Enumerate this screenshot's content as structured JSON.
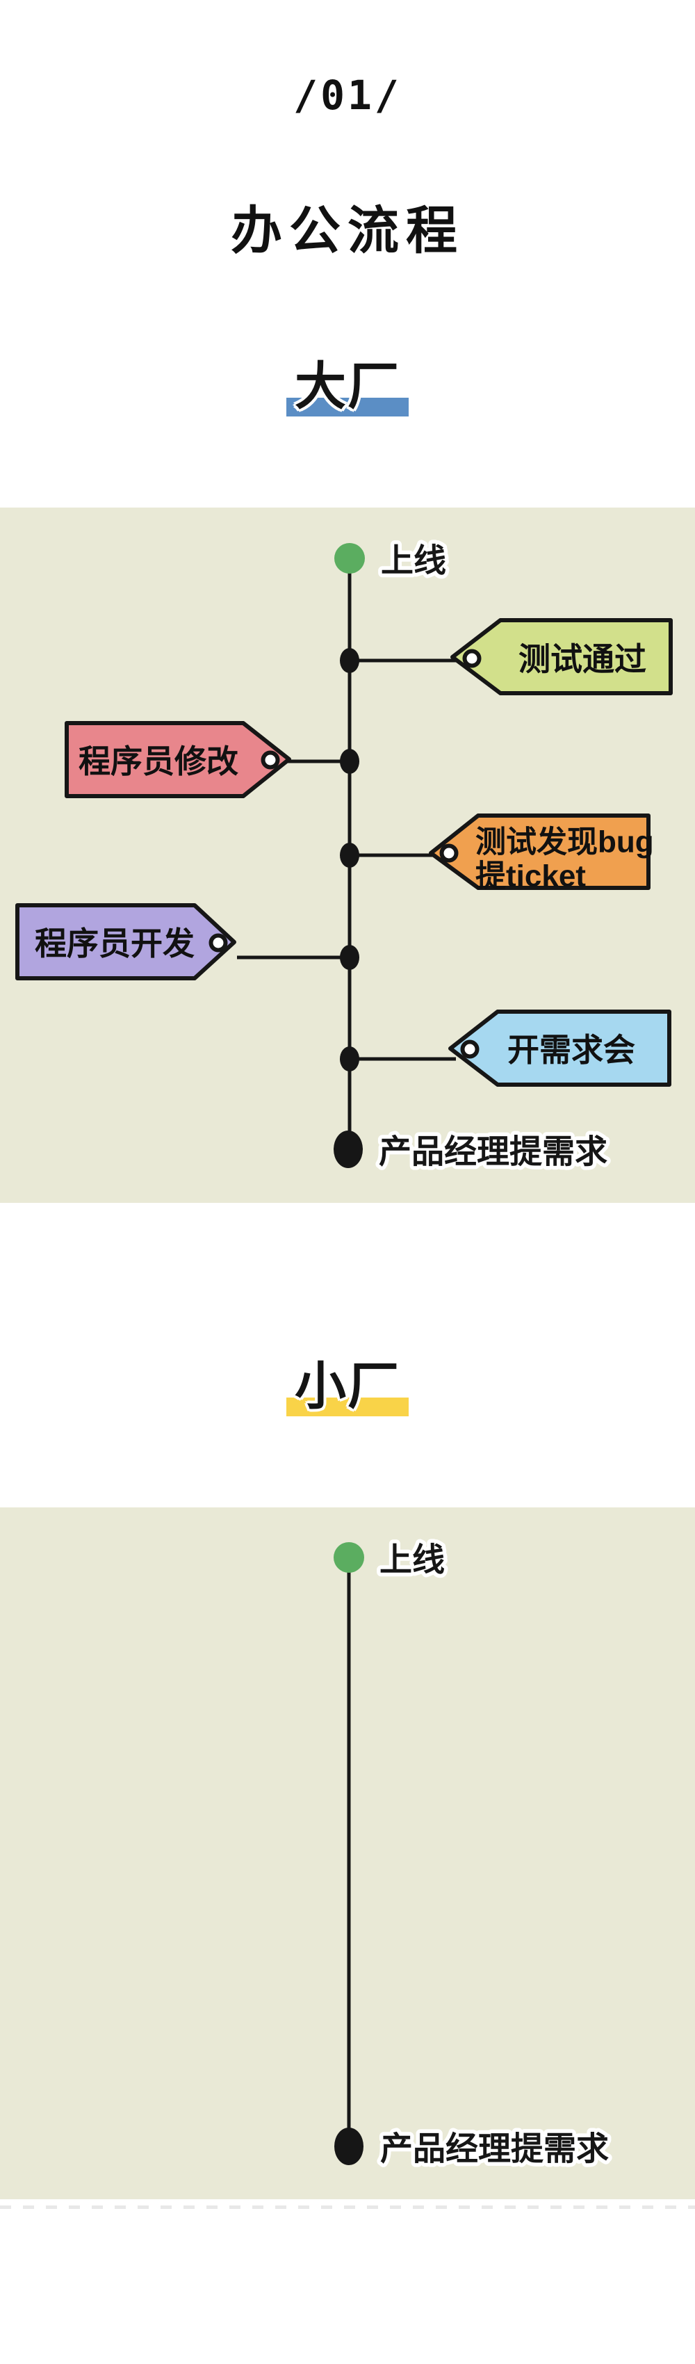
{
  "header": {
    "section_number": "/01/",
    "title": "办公流程"
  },
  "colors": {
    "panel_bg": "#e9e9d6",
    "go_live_green": "#5bad60",
    "ink": "#161616"
  },
  "big_company": {
    "heading": "大厂",
    "underline_color": "#5b8ec5",
    "timeline": {
      "top_label": "上线",
      "bottom_label": "产品经理提需求",
      "tags": [
        {
          "label": "测试通过",
          "side": "right",
          "color": "#d2e08b"
        },
        {
          "label": "程序员修改",
          "side": "left",
          "color": "#e8868c"
        },
        {
          "label": "测试发现bug",
          "label_line2": "提ticket",
          "side": "right",
          "color": "#f0a04f"
        },
        {
          "label": "程序员开发",
          "side": "left",
          "color": "#b1a5df"
        },
        {
          "label": "开需求会",
          "side": "right",
          "color": "#a6d8f0"
        }
      ]
    }
  },
  "small_company": {
    "heading": "小厂",
    "underline_color": "#f9d348",
    "timeline": {
      "top_label": "上线",
      "bottom_label": "产品经理提需求",
      "tags": []
    }
  }
}
